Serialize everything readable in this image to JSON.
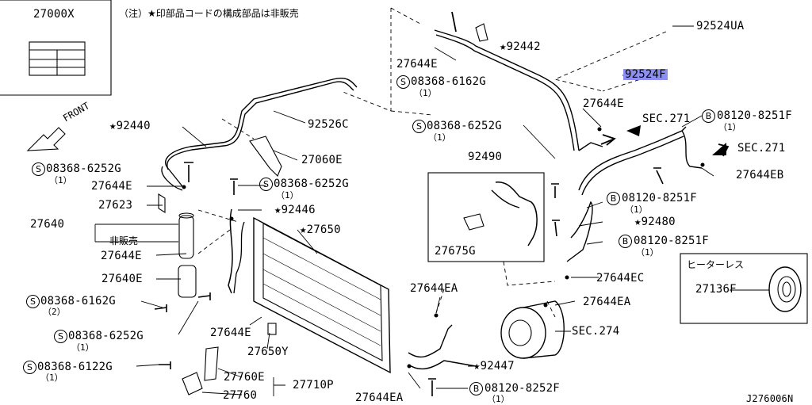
{
  "header": {
    "note": "（注）★印部品コードの構成部品は非販売",
    "index_box_part": "27000X",
    "diagram_code": "J276006N"
  },
  "direction": {
    "front": "FRONT"
  },
  "circled": {
    "s": "S",
    "b": "B"
  },
  "parts": {
    "p92524UA": "92524UA",
    "p92524F": "92524F",
    "p92442": "★92442",
    "p27644E_top": "27644E",
    "p08368_6162G_top": "08368-6162G",
    "qty1": "（1）",
    "qty2": "（2）",
    "p27644E_right": "27644E",
    "sec271_a": "SEC.271",
    "p08120_8251F_a": "08120-8251F",
    "sec271_b": "SEC.271",
    "p27644EB": "27644EB",
    "p92440": "★92440",
    "p92526C": "92526C",
    "p27060E": "27060E",
    "p08368_6252G_a": "08368-6252G",
    "p08368_6252G_b": "08368-6252G",
    "p08368_6252G_c": "08368-6252G",
    "p08368_6252G_d": "08368-6252G",
    "p27644E_left": "27644E",
    "p27623": "27623",
    "p27640": "27640",
    "p92446": "★92446",
    "p27650": "★27650",
    "not_sold": "非販売",
    "p27644E_b": "27644E",
    "p92490": "92490",
    "p08120_8251F_b": "08120-8251F",
    "p92480": "★92480",
    "p08120_8251F_c": "08120-8251F",
    "p27675G": "27675G",
    "p27644EC": "27644EC",
    "heater_less": "ヒーターレス",
    "p27136F": "27136F",
    "p27640E": "27640E",
    "p08368_6162G_b": "08368-6162G",
    "p27644E_c": "27644E",
    "p27644EA_a": "27644EA",
    "p27644EA_b": "27644EA",
    "sec274": "SEC.274",
    "p27650Y": "27650Y",
    "p08368_6122G": "08368-6122G",
    "p27760E": "27760E",
    "p27710P": "27710P",
    "p27760": "27760",
    "p92447": "★92447",
    "p27644EA_c": "27644EA",
    "p08120_8252F": "08120-8252F"
  },
  "colors": {
    "highlight": "#8d8ff0",
    "ink": "#000000",
    "background": "#ffffff"
  }
}
